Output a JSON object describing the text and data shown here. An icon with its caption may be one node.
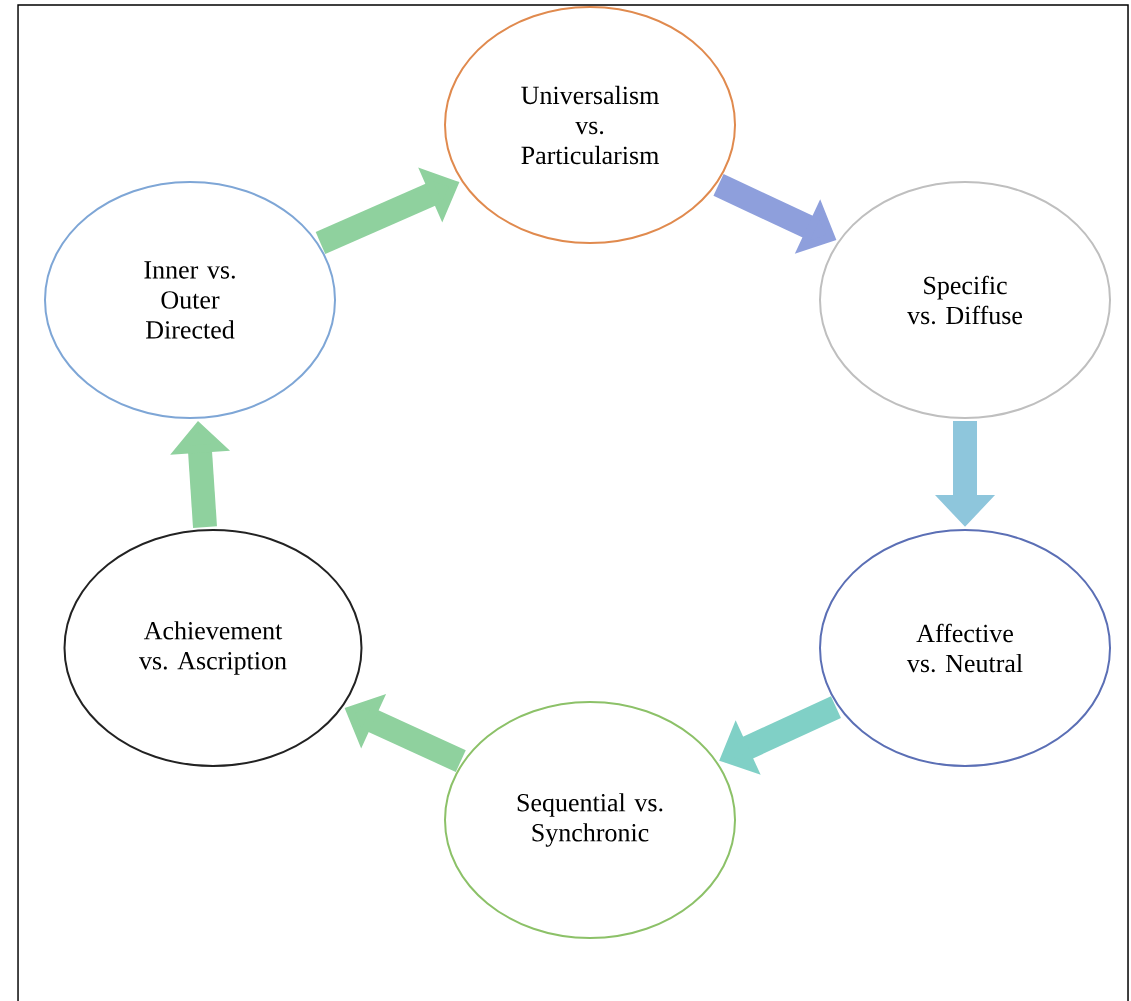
{
  "diagram": {
    "nodes": [
      {
        "text": [
          "Universalism vs. Particularism"
        ]
      },
      {
        "text": [
          "Specific vs. Diffuse"
        ]
      },
      {
        "text": [
          "Affective vs. Neutral"
        ]
      },
      {
        "text": [
          "Sequential vs. Synchronic"
        ]
      },
      {
        "text": [
          "Achievement vs. Ascription"
        ]
      },
      {
        "text": [
          "Inner vs. Outer Directed"
        ]
      }
    ],
    "edges": [
      {
        "from": 5,
        "to": 0,
        "arrow": "to",
        "color": "#8fd19e"
      },
      {
        "from": 0,
        "to": 1,
        "arrow": "to",
        "color": "#8e9fdc"
      },
      {
        "from": 1,
        "to": 2,
        "arrow": "to",
        "color": "#8ec6dc"
      },
      {
        "from": 2,
        "to": 3,
        "arrow": "to",
        "color": "#80d0c6"
      },
      {
        "from": 3,
        "to": 4,
        "arrow": "to",
        "color": "#8fd19e"
      },
      {
        "from": 4,
        "to": 5,
        "arrow": "to",
        "color": "#8fd19e"
      }
    ]
  }
}
